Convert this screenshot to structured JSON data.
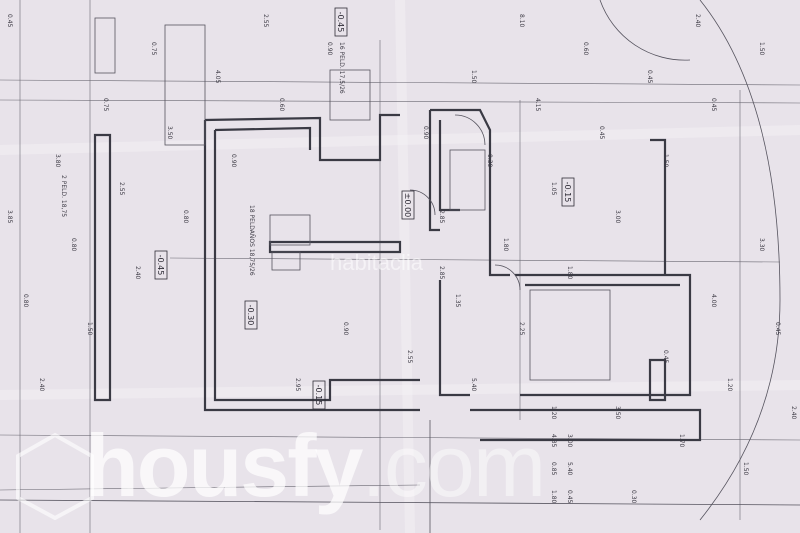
{
  "plan": {
    "levels": [
      "-0.45",
      "±0.00",
      "-0.30",
      "-0.45",
      "-0.15",
      "-0.15"
    ],
    "stair_notes": [
      "18 PELDAÑOS 18,75/26",
      "2 PELD. 18,75",
      "16 PELD. 17,5/26"
    ],
    "dimensions": [
      "0.45",
      "1.50",
      "0.45",
      "1.50",
      "3.00",
      "1.80",
      "2.25",
      "5.40",
      "4.85",
      "1.80",
      "0.90",
      "0.60",
      "0.90",
      "0.80",
      "2.40",
      "1.50",
      "2.40",
      "2.40",
      "1.50",
      "2.40",
      "0.45",
      "0.45",
      "1.05",
      "1.80",
      "1.35",
      "2.55",
      "1.20",
      "0.85",
      "2.55",
      "4.05",
      "3.50",
      "2.55",
      "0.80",
      "0.80",
      "0.45",
      "1.20",
      "1.70",
      "0.30",
      "0.60",
      "4.15",
      "0.30",
      "2.85",
      "2.85",
      "0.90",
      "2.95",
      "3.00",
      "0.45",
      "0.75",
      "0.75",
      "3.80",
      "3.85",
      "3.30",
      "4.00",
      "0.45",
      "3.50",
      "5.40",
      "8.10",
      "1.50",
      "0.90"
    ]
  },
  "watermarks": {
    "brand": "housfy",
    "tld": ".com",
    "secondary": "habitaclia"
  }
}
